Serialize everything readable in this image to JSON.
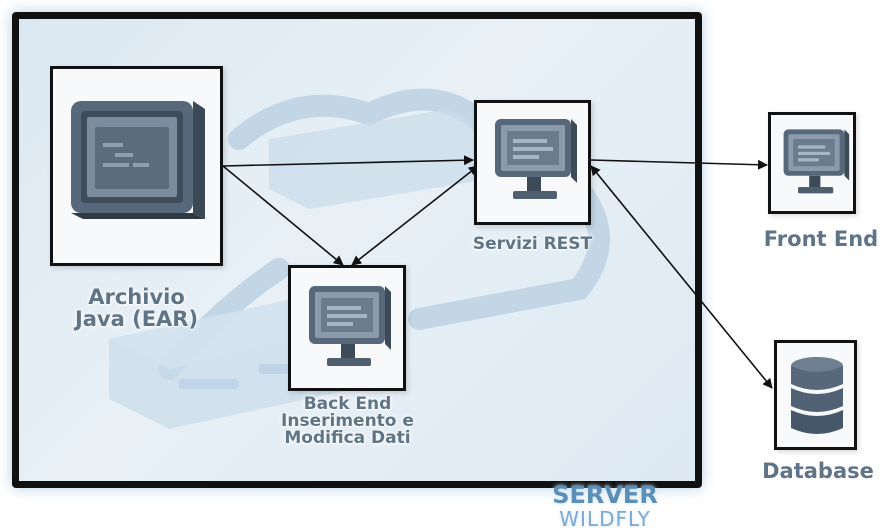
{
  "nodes": {
    "archivio": {
      "label_line1": "Archivio",
      "label_line2": "Java (EAR)"
    },
    "servizi_rest": {
      "label": "Servizi REST"
    },
    "back_end": {
      "label_line1": "Back End",
      "label_line2": "Inserimento e",
      "label_line3": "Modifica Dati"
    },
    "front_end": {
      "label": "Front End"
    },
    "database": {
      "label": "Database"
    }
  },
  "server": {
    "title": "SERVER",
    "subtitle": "WILDFLY"
  },
  "icons": {
    "archivio": "monitor-icon",
    "servizi_rest": "monitor-icon",
    "back_end": "monitor-icon",
    "front_end": "monitor-icon",
    "database": "database-icon",
    "background": "cloud-server-watermark"
  },
  "colors": {
    "server_background": "#dde9f3",
    "label_text": "#5f7587",
    "server_title": "#5b8fb8",
    "server_subtitle": "#7ba9cf",
    "icon_fill": "#4f5f6e"
  },
  "edges": [
    {
      "from": "archivio",
      "to": "servizi_rest",
      "direction": "forward"
    },
    {
      "from": "archivio",
      "to": "back_end",
      "direction": "forward"
    },
    {
      "from": "servizi_rest",
      "to": "back_end",
      "direction": "both"
    },
    {
      "from": "servizi_rest",
      "to": "front_end",
      "direction": "forward"
    },
    {
      "from": "servizi_rest",
      "to": "database",
      "direction": "both"
    }
  ]
}
